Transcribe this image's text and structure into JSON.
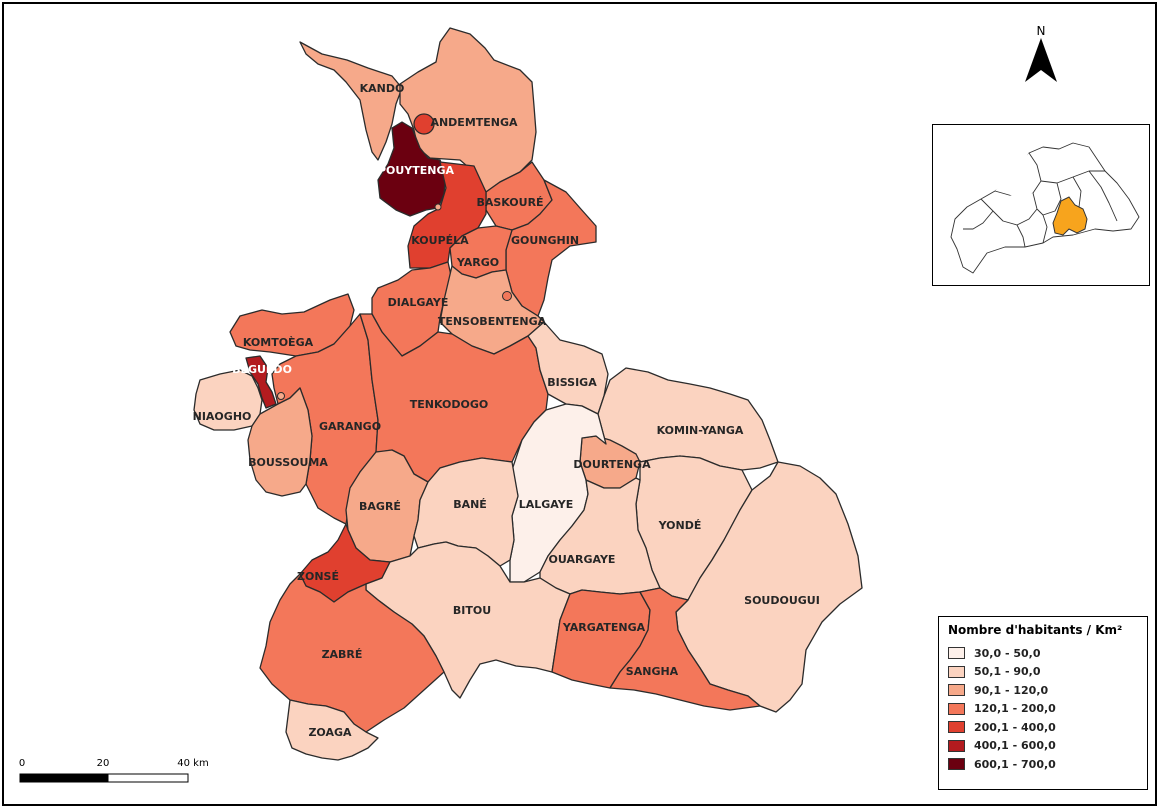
{
  "north_arrow": {
    "letter": "N"
  },
  "communes": [
    {
      "id": "kando",
      "name": "KANDO",
      "klass": 3
    },
    {
      "id": "andemtenga",
      "name": "ANDEMTENGA",
      "klass": 3
    },
    {
      "id": "pouytenga",
      "name": "POUYTENGA",
      "klass": 7
    },
    {
      "id": "baskoure",
      "name": "BASKOURÉ",
      "klass": 4
    },
    {
      "id": "koupela",
      "name": "KOUPÉLA",
      "klass": 5
    },
    {
      "id": "gounghin",
      "name": "GOUNGHIN",
      "klass": 4
    },
    {
      "id": "yargo",
      "name": "YARGO",
      "klass": 4
    },
    {
      "id": "dialgaye",
      "name": "DIALGAYE",
      "klass": 4
    },
    {
      "id": "tensobentenga",
      "name": "TENSOBENTENGA",
      "klass": 3
    },
    {
      "id": "komtoega",
      "name": "KOMTOÈGA",
      "klass": 4
    },
    {
      "id": "beguedo",
      "name": "BÉGUÉDO",
      "klass": 6
    },
    {
      "id": "niaogho",
      "name": "NIAOGHO",
      "klass": 2
    },
    {
      "id": "garango",
      "name": "GARANGO",
      "klass": 4
    },
    {
      "id": "boussouma",
      "name": "BOUSSOUMA",
      "klass": 3
    },
    {
      "id": "tenkodogo",
      "name": "TENKODOGO",
      "klass": 4
    },
    {
      "id": "bissiga",
      "name": "BISSIGA",
      "klass": 2
    },
    {
      "id": "komin-yanga",
      "name": "KOMIN-YANGA",
      "klass": 2
    },
    {
      "id": "dourtenga",
      "name": "DOURTENGA",
      "klass": 3
    },
    {
      "id": "lalgaye",
      "name": "LALGAYE",
      "klass": 1
    },
    {
      "id": "bagre",
      "name": "BAGRÉ",
      "klass": 3
    },
    {
      "id": "bane",
      "name": "BANÉ",
      "klass": 2
    },
    {
      "id": "yonde",
      "name": "YONDÉ",
      "klass": 2
    },
    {
      "id": "ouargaye",
      "name": "OUARGAYE",
      "klass": 2
    },
    {
      "id": "soudougui",
      "name": "SOUDOUGUI",
      "klass": 2
    },
    {
      "id": "zonse",
      "name": "ZONSÉ",
      "klass": 5
    },
    {
      "id": "bitou",
      "name": "BITOU",
      "klass": 2
    },
    {
      "id": "yargatenga",
      "name": "YARGATENGA",
      "klass": 4
    },
    {
      "id": "sangha",
      "name": "SANGHA",
      "klass": 4
    },
    {
      "id": "zabre",
      "name": "ZABRÉ",
      "klass": 4
    },
    {
      "id": "zoaga",
      "name": "ZOAGA",
      "klass": 2
    }
  ],
  "legend": {
    "title": "Nombre d'habitants / Km²",
    "classes": [
      {
        "label": "30,0 - 50,0",
        "color": "#fdf0ea"
      },
      {
        "label": "50,1 - 90,0",
        "color": "#fbd3c0"
      },
      {
        "label": "90,1 - 120,0",
        "color": "#f6a98a"
      },
      {
        "label": "120,1 - 200,0",
        "color": "#f3775a"
      },
      {
        "label": "200,1 - 400,0",
        "color": "#e0402f"
      },
      {
        "label": "400,1 - 600,0",
        "color": "#b31b1f"
      },
      {
        "label": "600,1 - 700,0",
        "color": "#6b0010"
      }
    ]
  },
  "inset": {
    "highlight_color": "#f7a41d"
  },
  "scale_bar": {
    "labels": [
      "0",
      "20",
      "40 km"
    ]
  }
}
